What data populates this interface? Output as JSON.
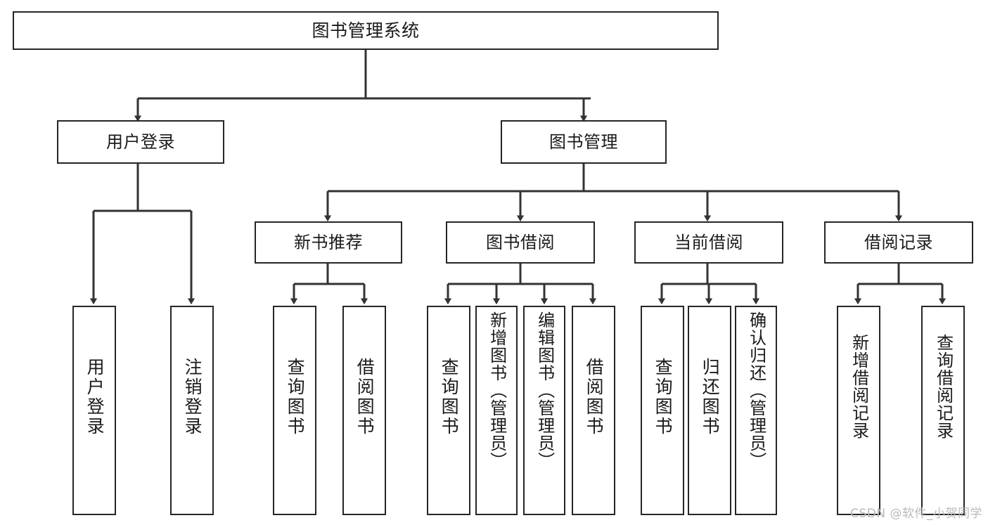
{
  "diagram": {
    "title": "图书管理系统",
    "type": "tree-hierarchy-diagram",
    "watermark": "CSDN @软件_小贺同学",
    "colors": {
      "background": "#ffffff",
      "node_fill": "#ffffff",
      "node_border": "#262626",
      "connector": "#333333",
      "text": "#1a1a1a",
      "watermark": "#b9b9b9"
    },
    "root": {
      "id": "root",
      "label": "图书管理系统"
    },
    "level2": [
      {
        "id": "user-login",
        "label": "用户登录"
      },
      {
        "id": "book-manage",
        "label": "图书管理"
      }
    ],
    "level3": [
      {
        "id": "new-book-recommend",
        "label": "新书推荐",
        "parent": "book-manage"
      },
      {
        "id": "book-borrow",
        "label": "图书借阅",
        "parent": "book-manage"
      },
      {
        "id": "current-borrow",
        "label": "当前借阅",
        "parent": "book-manage"
      },
      {
        "id": "borrow-record",
        "label": "借阅记录",
        "parent": "book-manage"
      }
    ],
    "leaves": [
      {
        "id": "leaf-user-login",
        "label": "用户登录",
        "parent": "user-login"
      },
      {
        "id": "leaf-logout-login",
        "label": "注销登录",
        "parent": "user-login"
      },
      {
        "id": "leaf-query-book-rec",
        "label": "查询图书",
        "parent": "new-book-recommend"
      },
      {
        "id": "leaf-borrow-book-rec",
        "label": "借阅图书",
        "parent": "new-book-recommend"
      },
      {
        "id": "leaf-query-book-borrow",
        "label": "查询图书",
        "parent": "book-borrow"
      },
      {
        "id": "leaf-add-book-admin",
        "label": "新增图书（管理员）",
        "parent": "book-borrow"
      },
      {
        "id": "leaf-edit-book-admin",
        "label": "编辑图书（管理员）",
        "parent": "book-borrow"
      },
      {
        "id": "leaf-borrow-book",
        "label": "借阅图书",
        "parent": "book-borrow"
      },
      {
        "id": "leaf-query-book-current",
        "label": "查询图书",
        "parent": "current-borrow"
      },
      {
        "id": "leaf-return-book",
        "label": "归还图书",
        "parent": "current-borrow"
      },
      {
        "id": "leaf-confirm-return-admin",
        "label": "确认归还（管理员）",
        "parent": "current-borrow"
      },
      {
        "id": "leaf-add-borrow-record",
        "label": "新增借阅记录",
        "parent": "borrow-record"
      },
      {
        "id": "leaf-query-borrow-record",
        "label": "查询借阅记录",
        "parent": "borrow-record"
      }
    ]
  }
}
